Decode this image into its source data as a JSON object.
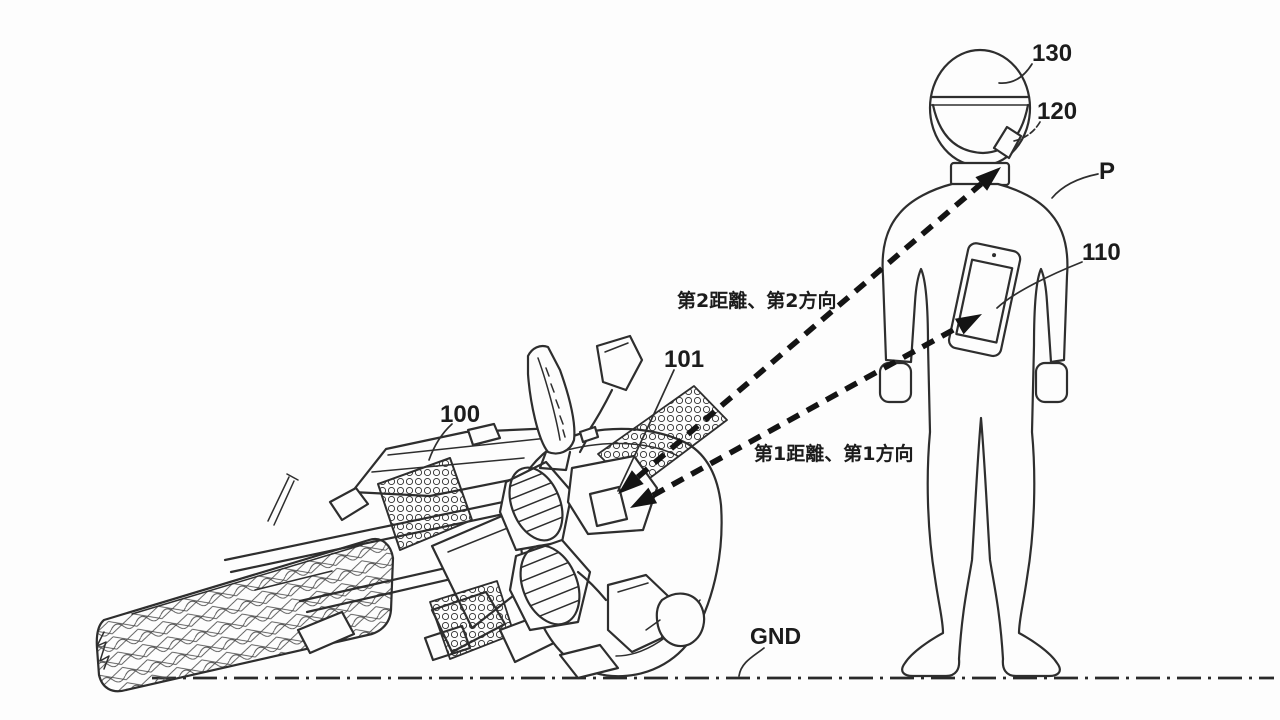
{
  "figure": {
    "background": "#fdfdfd",
    "ink_color": "#2e2e2e",
    "arrow_color": "#141414",
    "reference_labels": {
      "motorcycle": "100",
      "motorcycle_device": "101",
      "smartphone": "110",
      "helmet_device": "120",
      "helmet": "130",
      "person": "P",
      "ground": "GND"
    },
    "measurement_labels": {
      "second": "第2距離、第2方向",
      "first": "第1距離、第1方向"
    }
  }
}
